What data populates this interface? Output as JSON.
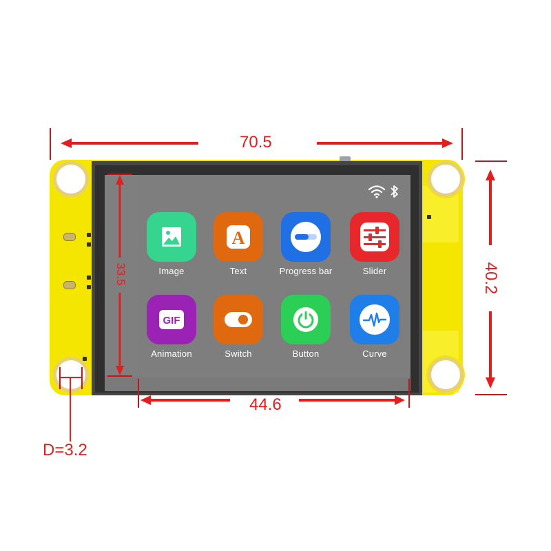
{
  "dimensions": {
    "width_label": "70.5",
    "height_label": "40.2",
    "screen_height_label": "33.5",
    "screen_width_label": "44.6",
    "hole_diameter_label": "D=3.2"
  },
  "status_bar": {
    "icons": [
      "wifi-icon",
      "bluetooth-icon"
    ]
  },
  "apps": [
    {
      "label": "Image",
      "icon": "image-icon",
      "color": "#35d58f"
    },
    {
      "label": "Text",
      "icon": "text-icon",
      "color": "#e0680f"
    },
    {
      "label": "Progress bar",
      "icon": "progress-bar-icon",
      "color": "#1f6fe5"
    },
    {
      "label": "Slider",
      "icon": "slider-icon",
      "color": "#e8272b"
    },
    {
      "label": "Animation",
      "icon": "gif-icon",
      "color": "#9a22b5"
    },
    {
      "label": "Switch",
      "icon": "switch-icon",
      "color": "#e0680f"
    },
    {
      "label": "Button",
      "icon": "power-icon",
      "color": "#2bcf55"
    },
    {
      "label": "Curve",
      "icon": "curve-icon",
      "color": "#1f7ee8"
    }
  ],
  "colors": {
    "pcb": "#f5e600",
    "dimension": "#e41e1e",
    "screen": "#7e7e7e"
  }
}
